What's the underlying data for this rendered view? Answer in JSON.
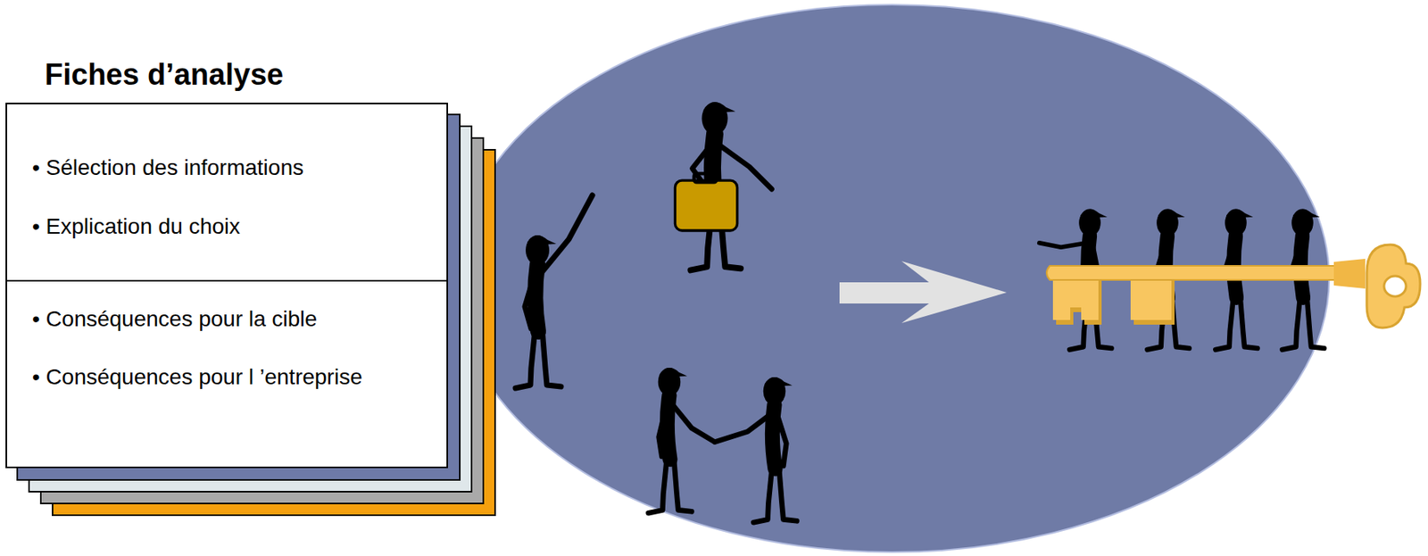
{
  "diagram": {
    "nodes": [
      {
        "text": [
          "Fiches d’analyse",
          "• Sélection des informations",
          "• Explication du choix",
          "• Conséquences pour la cible",
          "• Conséquences pour l ’entreprise"
        ]
      }
    ]
  }
}
